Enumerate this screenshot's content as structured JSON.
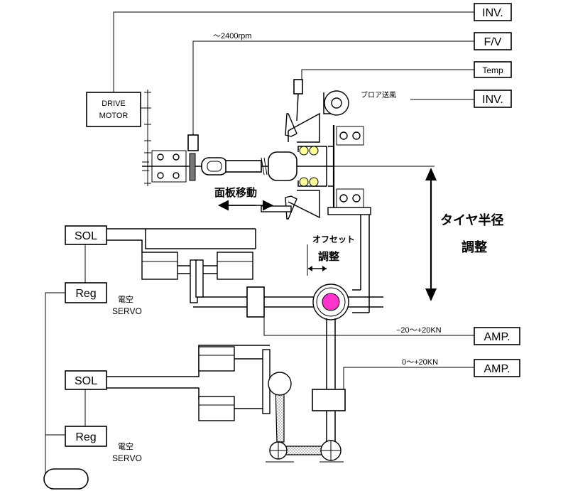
{
  "instruments": {
    "inv_top": "INV.",
    "fv": "F/V",
    "temp": "Temp",
    "inv_blower": "INV.",
    "amp1": "AMP.",
    "amp2": "AMP."
  },
  "drive_motor": {
    "line1": "DRIVE",
    "line2": "MOTOR"
  },
  "annotations": {
    "rpm": "～2400rpm",
    "blower": "ブロア送風",
    "face_plate_move": "面板移動",
    "tire_radius_line1": "タイヤ半径",
    "tire_radius_line2": "調整",
    "offset_line1": "オフセット",
    "offset_line2": "調整",
    "range1": "−20～+20KN",
    "range2": "0～+20KN"
  },
  "pneumatics": {
    "sol1": "SOL",
    "reg1": "Reg",
    "servo1_line1": "電空",
    "servo1_line2": "SERVO",
    "sol2": "SOL",
    "reg2": "Reg",
    "servo2_line1": "電空",
    "servo2_line2": "SERVO"
  },
  "colors": {
    "bearing_balls": "#ffff99",
    "test_wheel_center": "#ff33cc",
    "linkage_fill": "#d8d8d8"
  }
}
